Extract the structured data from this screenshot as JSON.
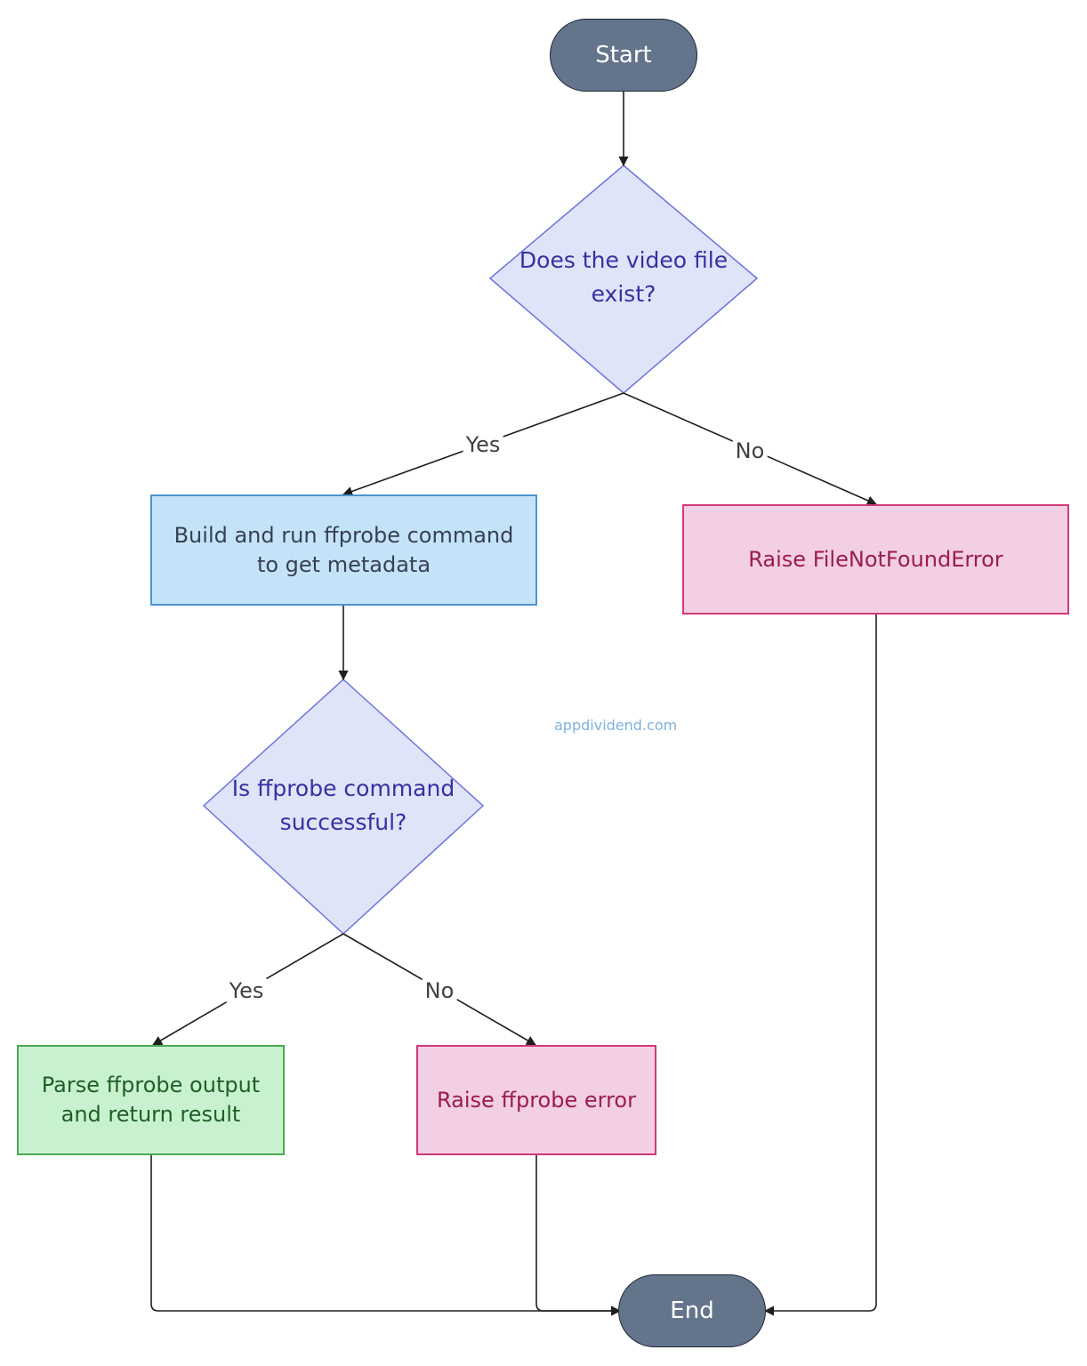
{
  "nodes": {
    "start": "Start",
    "video_file_exists": "Does the video file exist?",
    "build_run_ffprobe": "Build and run ffprobe command to get metadata",
    "raise_file_not_found": "Raise FileNotFoundError",
    "ffprobe_successful": "Is ffprobe command successful?",
    "parse_output": "Parse ffprobe output and return result",
    "raise_ffprobe_error": "Raise ffprobe error",
    "end": "End"
  },
  "edge_labels": {
    "exists_yes": "Yes",
    "exists_no": "No",
    "success_yes": "Yes",
    "success_no": "No"
  },
  "watermark": "appdividend.com",
  "colors": {
    "terminal_fill": "#64748b",
    "decision_fill": "#e0e4f8",
    "decision_stroke": "#6b74dc",
    "process_blue_fill": "#c4e3f9",
    "process_green_fill": "#c8f2cf",
    "process_pink_fill": "#f3cfe6",
    "edge_stroke": "#1f1f1f"
  }
}
